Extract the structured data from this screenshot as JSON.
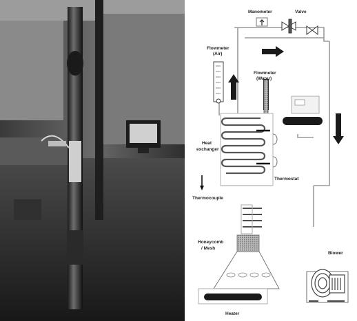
{
  "figure": {
    "labels": {
      "manometer": "Manometer",
      "valve": "Valve",
      "flowmeter_air_line1": "Flowmeter",
      "flowmeter_air_line2": "(Air)",
      "flowmeter_water_line1": "Flowmeter",
      "flowmeter_water_line2": "(Water)",
      "heat_exchanger_line1": "Heat",
      "heat_exchanger_line2": "exchanger",
      "thermostat": "Thermostat",
      "thermocouple": "Thermocouple",
      "honeycomb_line1": "Honeycomb",
      "honeycomb_line2": "/ Mesh",
      "blower": "Blower",
      "heater": "Heater"
    },
    "colors": {
      "pipe": "#9a9a9a",
      "arrow": "#1a1a1a",
      "component": "#555555"
    }
  }
}
